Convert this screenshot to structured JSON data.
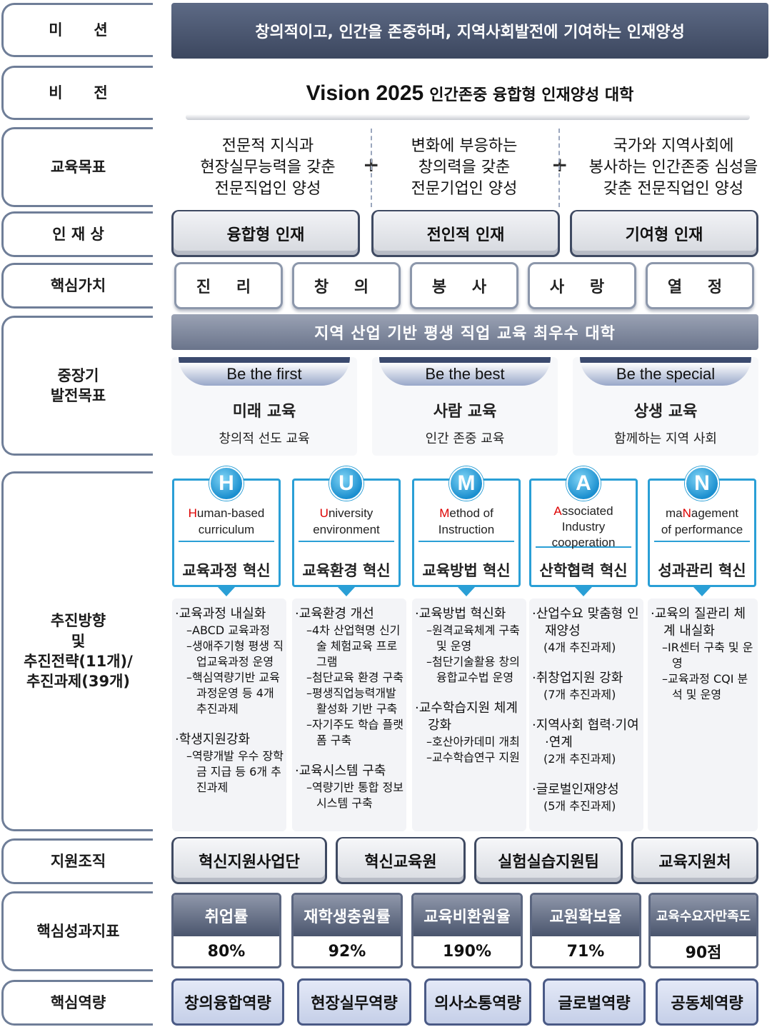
{
  "labels": {
    "mission": "미      션",
    "vision": "비      전",
    "goals": "교육목표",
    "talent": "인 재 상",
    "core_values": "핵심가치",
    "midterm": "중장기\n발전목표",
    "strategy": "추진방향\n및\n추진전략(11개)/\n추진과제(39개)",
    "support": "지원조직",
    "kpi": "핵심성과지표",
    "competency": "핵심역량"
  },
  "mission": "창의적이고, 인간을 존중하며, 지역사회발전에 기여하는 인재양성",
  "vision": {
    "big": "Vision 2025",
    "small": "인간존중 융합형 인재양성 대학"
  },
  "goals": [
    "전문적 지식과\n현장실무능력을 갖춘\n전문직업인 양성",
    "변화에 부응하는\n창의력을 갖춘\n전문기업인 양성",
    "국가와 지역사회에\n봉사하는 인간존중 심성을\n갖춘 전문직업인 양성"
  ],
  "plus": "+",
  "talent": [
    "융합형 인재",
    "전인적 인재",
    "기여형 인재"
  ],
  "core_values": [
    "진 리",
    "창 의",
    "봉 사",
    "사 랑",
    "열 정"
  ],
  "banner": "지역 산업 기반 평생 직업 교육 최우수 대학",
  "midterm": [
    {
      "tab": "Be the first",
      "title": "미래 교육",
      "sub": "창의적 선도 교육"
    },
    {
      "tab": "Be the best",
      "title": "사람 교육",
      "sub": "인간 존중 교육"
    },
    {
      "tab": "Be the special",
      "title": "상생 교육",
      "sub": "함께하는 지역 사회"
    }
  ],
  "human": [
    {
      "letter": "H",
      "en_red": "H",
      "en_rest": "uman-based",
      "en2": "curriculum",
      "ko": "교육과정 혁신"
    },
    {
      "letter": "U",
      "en_red": "U",
      "en_rest": "niversity",
      "en2": "environment",
      "ko": "교육환경 혁신"
    },
    {
      "letter": "M",
      "en_red": "M",
      "en_rest": "ethod of",
      "en2": "Instruction",
      "ko": "교육방법 혁신"
    },
    {
      "letter": "A",
      "en_red": "A",
      "en_rest": "ssociated",
      "en2": "Industry\ncooperation",
      "ko": "산학협력 혁신"
    },
    {
      "letter": "N",
      "en_pre": "ma",
      "en_red": "N",
      "en_rest": "agement",
      "en2": "of performance",
      "ko": "성과관리 혁신"
    }
  ],
  "details": [
    [
      "·교육과정 내실화",
      "–ABCD 교육과정",
      "–생애주기형 평생 직업교육과정 운영",
      "–핵심역량기반 교육과정운영 등 4개 추진과제",
      "",
      "·학생지원강화",
      "–역량개발 우수 장학금 지급 등 6개 추진과제"
    ],
    [
      "·교육환경 개선",
      "–4차 산업혁명 신기술 체험교육 프로그램",
      "–첨단교육 환경 구축",
      "–평생직업능력개발 활성화 기반 구축",
      "–자기주도 학습 플랫폼 구축",
      "",
      "·교육시스템 구축",
      "–역량기반 통합 정보시스템 구축"
    ],
    [
      "·교육방법 혁신화",
      "–원격교육체계 구축 및 운영",
      "–첨단기술활용 창의융합교수법 운영",
      "",
      "·교수학습지원 체계 강화",
      "–호산아카데미 개최",
      "–교수학습연구 지원"
    ],
    [
      "·산업수요 맞춤형 인재양성",
      "(4개 추진과제)",
      "",
      "·취창업지원 강화",
      "(7개 추진과제)",
      "",
      "·지역사회 협력·기여·연계",
      "(2개 추진과제)",
      "",
      "·글로벌인재양성",
      "(5개 추진과제)"
    ],
    [
      "·교육의 질관리 체계 내실화",
      "–IR센터 구축 및 운영",
      "–교육과정 CQI 분석 및 운영"
    ]
  ],
  "support": [
    "혁신지원사업단",
    "혁신교육원",
    "실험실습지원팀",
    "교육지원처"
  ],
  "kpi": [
    {
      "name": "취업률",
      "value": "80%"
    },
    {
      "name": "재학생충원률",
      "value": "92%"
    },
    {
      "name": "교육비환원율",
      "value": "190%"
    },
    {
      "name": "교원확보율",
      "value": "71%"
    },
    {
      "name": "교육수요자만족도",
      "value": "90점"
    }
  ],
  "competency": [
    "창의융합역량",
    "현장실무역량",
    "의사소통역량",
    "글로벌역량",
    "공동체역량"
  ],
  "colors": {
    "navy": "#3c475f",
    "blue": "#2a9fd6",
    "red": "#dd0000"
  }
}
